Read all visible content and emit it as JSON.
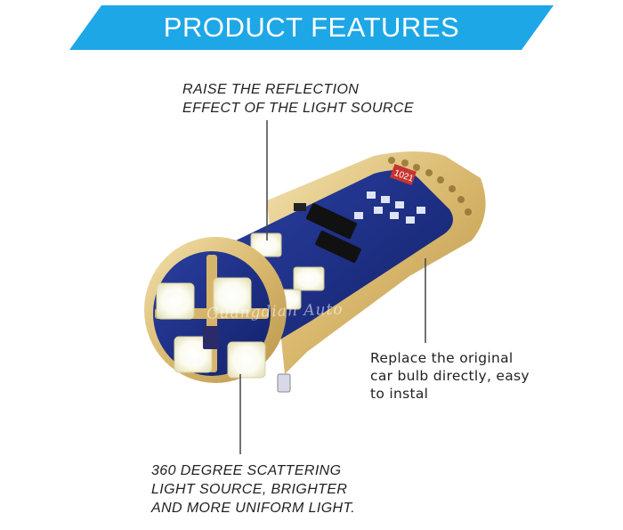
{
  "banner": {
    "title": "PRODUCT FEATURES",
    "color": "#1ea7e6"
  },
  "callouts": {
    "reflection": [
      "RAISE THE REFLECTION",
      "EFFECT OF THE LIGHT SOURCE"
    ],
    "replace": [
      "Replace the original",
      "car bulb directly, easy",
      "to instal"
    ],
    "scattering": [
      "360 DEGREE SCATTERING",
      "LIGHT SOURCE, BRIGHTER",
      "AND MORE UNIFORM LIGHT."
    ]
  },
  "product": {
    "watermark": "Guangdian Auto",
    "chip_label": "1021"
  }
}
